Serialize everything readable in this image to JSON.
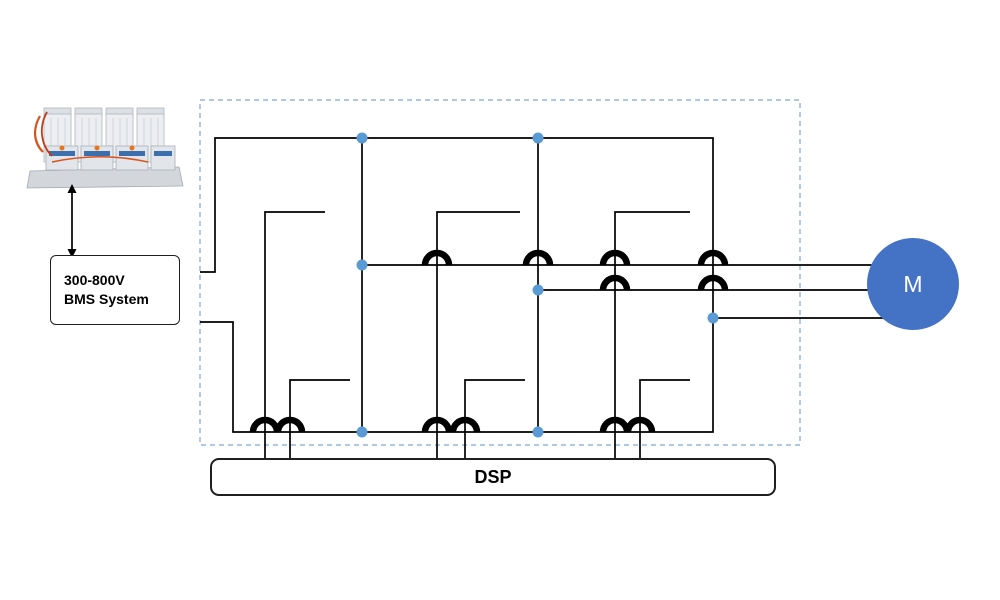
{
  "bms_box": {
    "line1": "300-800V",
    "line2": "BMS System"
  },
  "dsp_box": {
    "label": "DSP"
  },
  "motor": {
    "label": "M"
  },
  "colors": {
    "wire": "#000000",
    "node": "#5b9bd5",
    "motor_fill": "#4472c4",
    "motor_text": "#ffffff",
    "dashed_border": "#7ea6d8",
    "box_border": "#1f1f1f",
    "canvas_bg": "#ffffff"
  }
}
